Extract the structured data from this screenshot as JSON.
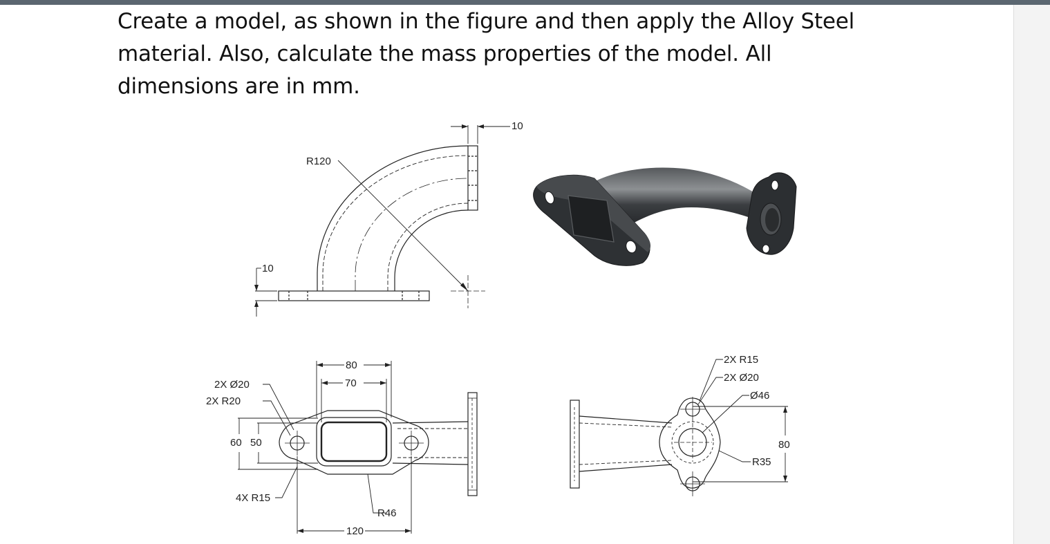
{
  "instructions": {
    "line1": "Create a model, as shown in the figure and then apply the Alloy Steel",
    "line2": "material. Also, calculate the mass properties of the model. All",
    "line3": "dimensions are in mm."
  },
  "front_view": {
    "radius": "R120",
    "top_flange_thickness": "10",
    "bottom_flange_thickness": "10"
  },
  "top_view": {
    "width_outer": "80",
    "width_inner": "70",
    "hole_diameter": "2X Ø20",
    "corner_radius": "2X R20",
    "height_outer": "60",
    "height_inner": "50",
    "fillet_radius": "4X R15",
    "lobe_radius": "R46",
    "hole_spacing": "120"
  },
  "side_view": {
    "end_radius": "2X R15",
    "hole_diameter": "2X Ø20",
    "bore_diameter": "Ø46",
    "body_radius": "R35",
    "overall_height": "80"
  },
  "colors": {
    "text": "#111111",
    "line": "#222222",
    "model": "#3a3d40"
  }
}
